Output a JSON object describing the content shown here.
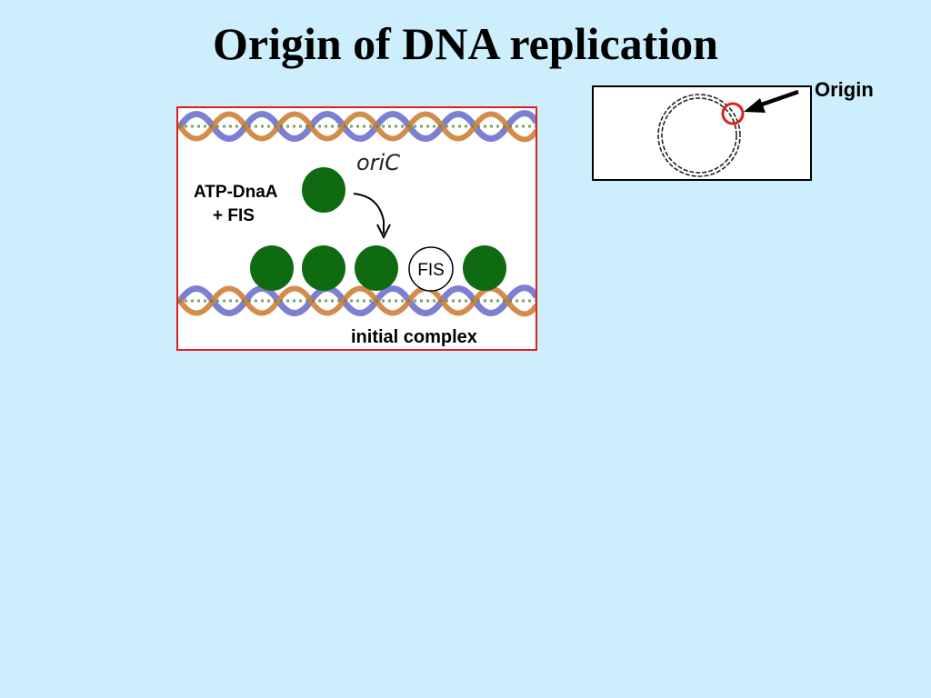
{
  "slide": {
    "title": "Origin of DNA replication",
    "background_color": "#cdeefd"
  },
  "diagram": {
    "label_oric": "oriC",
    "label_atp_dnaa": "ATP-DnaA",
    "label_plus_fis": "+ FIS",
    "label_fis": "FIS",
    "label_initial_complex": "initial complex",
    "border_color": "#e0201c",
    "protein_color": "#0f6b12"
  },
  "plasmid": {
    "origin_label": "Origin",
    "marker_color": "#e0201c"
  }
}
